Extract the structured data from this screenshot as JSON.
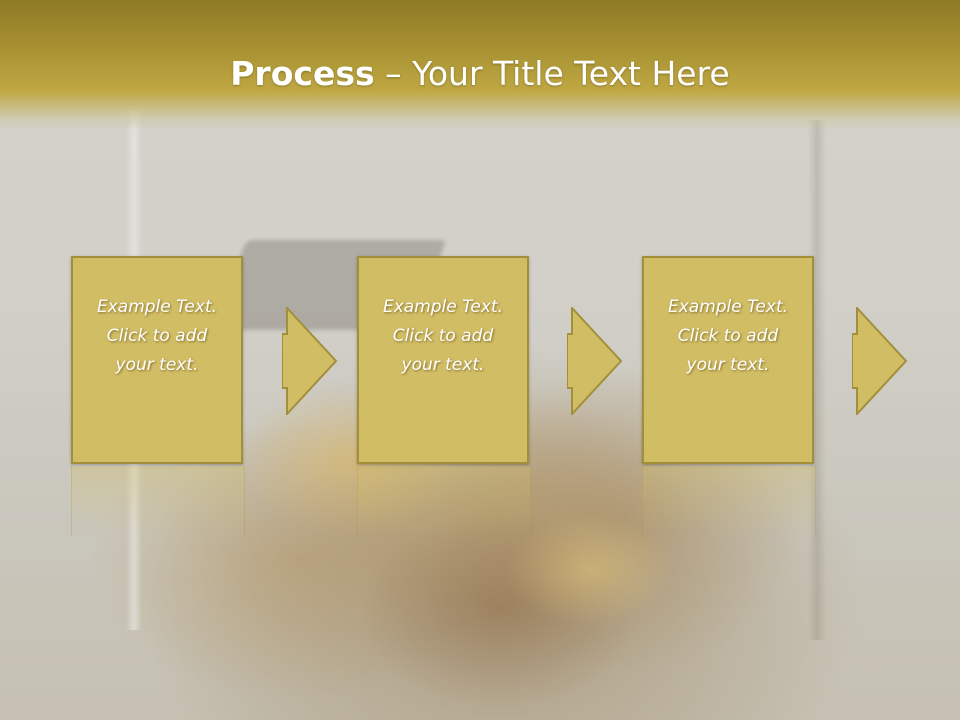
{
  "slide": {
    "title_bold": "Process",
    "title_rest": " – Your Title Text Here",
    "steps": [
      {
        "line1": "Example Text.",
        "line2": "Click  to add",
        "line3": "your text."
      },
      {
        "line1": "Example Text.",
        "line2": "Click  to add",
        "line3": "your text."
      },
      {
        "line1": "Example Text.",
        "line2": "Click  to add",
        "line3": "your text."
      }
    ]
  },
  "colors": {
    "header_gold": "#a68f30",
    "box_fill": "#d1bd64",
    "box_border": "#a18f3c",
    "text": "#ffffff"
  }
}
